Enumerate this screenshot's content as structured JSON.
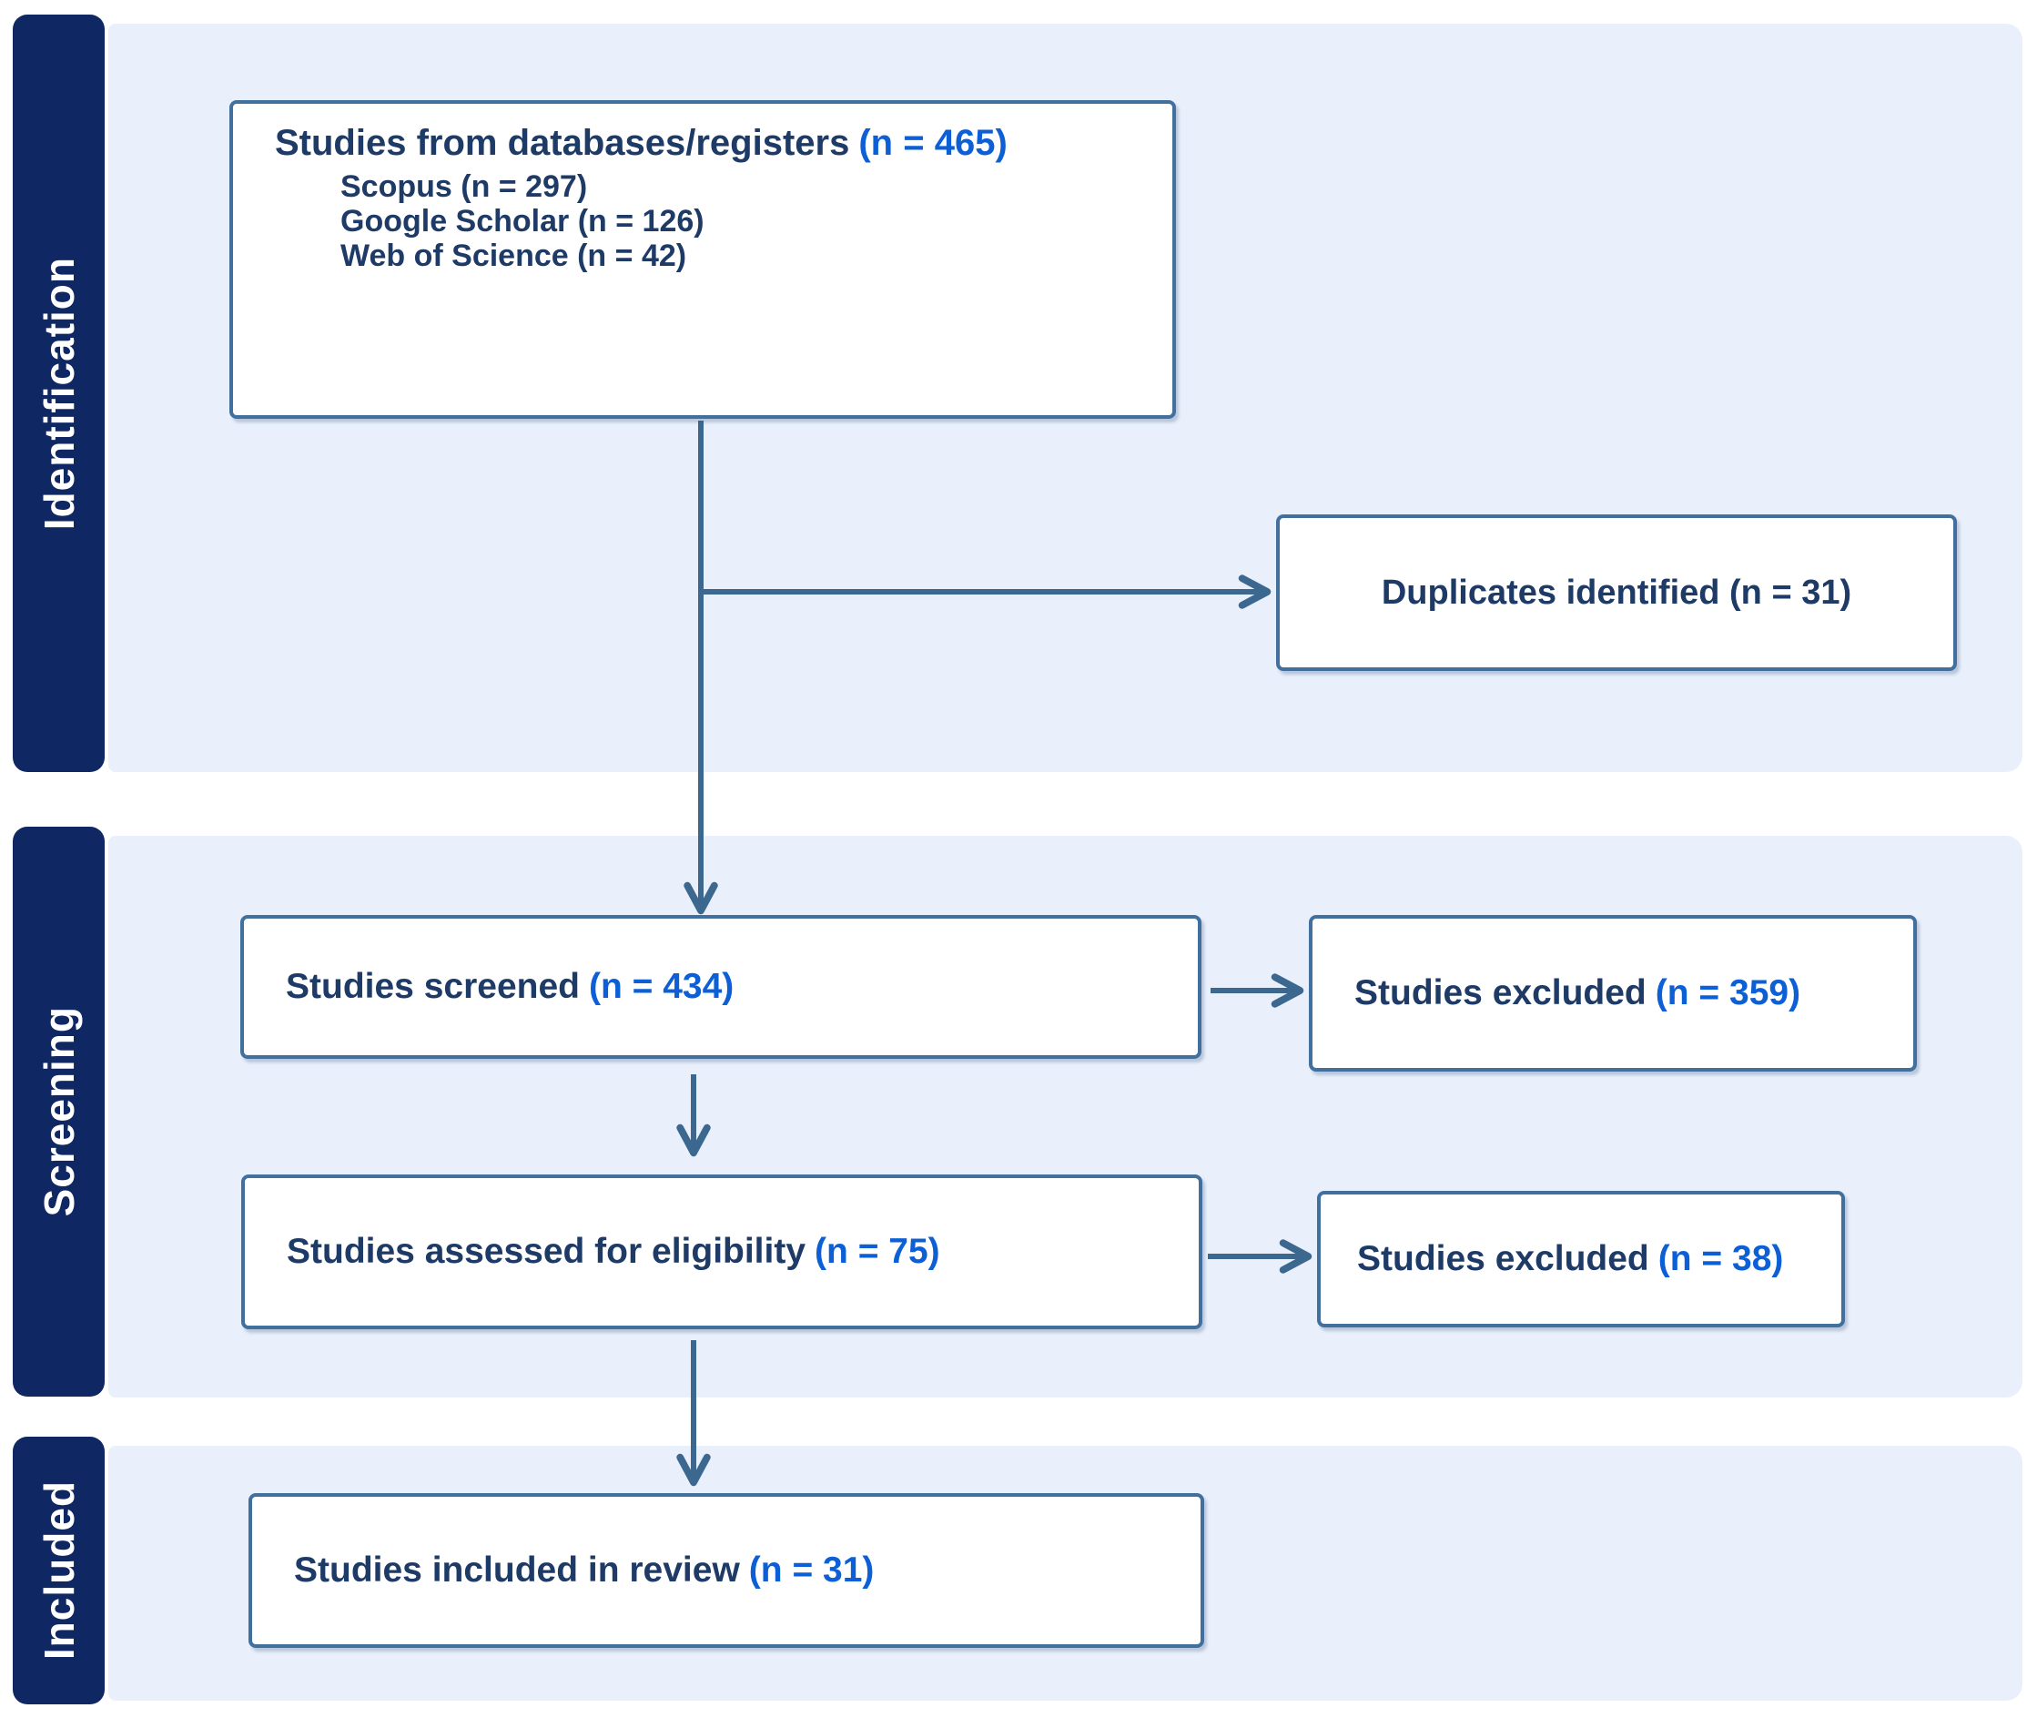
{
  "palette": {
    "sidebar_navy": "#0f2763",
    "band_light_blue": "#e9f0fc",
    "box_border_steel": "#42709e",
    "text_navy": "#1e3a66",
    "accent_blue": "#0d5fd6",
    "arrow_steel": "#3c6890",
    "box_background": "#ffffff"
  },
  "sidebar": {
    "sections": [
      {
        "label": "Identification"
      },
      {
        "label": "Screening"
      },
      {
        "label": "Included"
      }
    ]
  },
  "boxes": {
    "databases": {
      "label": "Studies from databases/registers",
      "n": "(n = 465)",
      "items": [
        "Scopus (n = 297)",
        "Google Scholar (n = 126)",
        "Web of Science (n = 42)"
      ]
    },
    "duplicates": {
      "label": "Duplicates identified (n = 31)"
    },
    "screened": {
      "label": "Studies screened",
      "n": "(n = 434)"
    },
    "excluded_screened": {
      "label": "Studies excluded",
      "n": "(n = 359)"
    },
    "eligibility": {
      "label": "Studies assessed for eligibility",
      "n": "(n = 75)"
    },
    "excluded_eligibility": {
      "label": "Studies excluded",
      "n": "(n = 38)"
    },
    "included": {
      "label": "Studies included in review",
      "n": "(n = 31)"
    }
  }
}
